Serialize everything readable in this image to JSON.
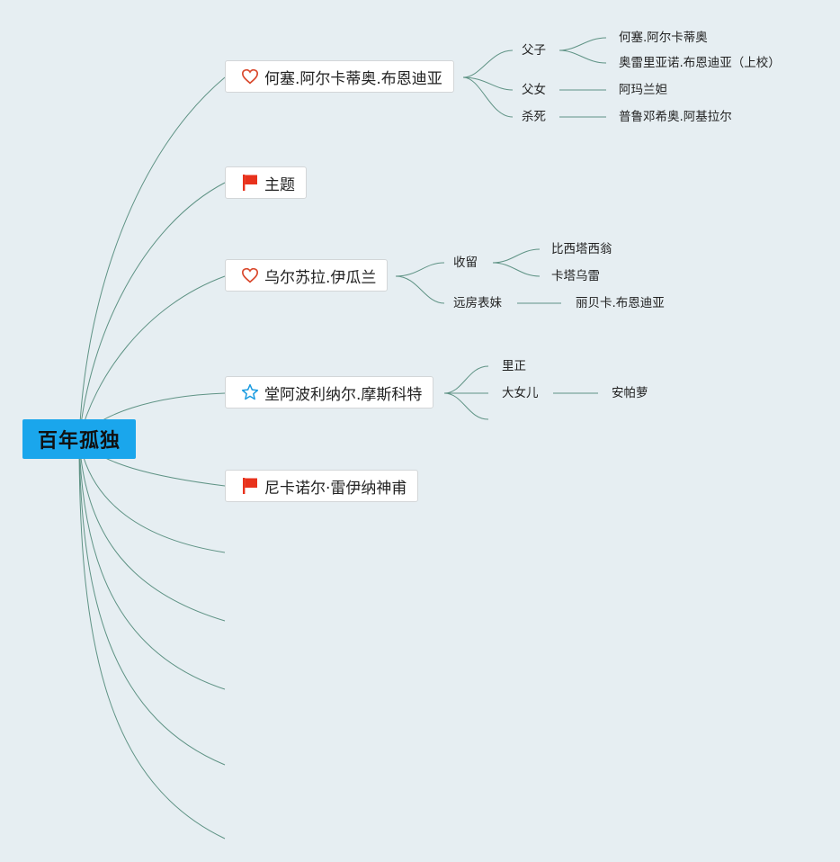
{
  "root": {
    "label": "百年孤独"
  },
  "topics": [
    {
      "label": "何塞.阿尔卡蒂奥.布恩迪亚",
      "icon": "heart-icon"
    },
    {
      "label": "主题",
      "icon": "red-flag-icon"
    },
    {
      "label": "乌尔苏拉.伊瓜兰",
      "icon": "heart-icon"
    },
    {
      "label": "堂阿波利纳尔.摩斯科特",
      "icon": "star-icon"
    },
    {
      "label": "尼卡诺尔·雷伊纳神甫",
      "icon": "red-flag-icon"
    }
  ],
  "relations": {
    "t1": [
      "父子",
      "父女",
      "杀死"
    ],
    "t3": [
      "收留",
      "远房表妹"
    ],
    "t4": [
      "里正",
      "大女儿"
    ]
  },
  "people": {
    "t1": [
      "何塞.阿尔卡蒂奥",
      "奥雷里亚诺.布恩迪亚（上校）",
      "阿玛兰妲",
      "普鲁邓希奥.阿基拉尔"
    ],
    "t3": [
      "比西塔西翁",
      "卡塔乌雷",
      "丽贝卡.布恩迪亚"
    ],
    "t4": [
      "安帕萝"
    ]
  },
  "colors": {
    "background": "#e6eef2",
    "root_fill": "#1aa6ec",
    "connector": "#5f9385",
    "heart": "#d9472b",
    "flag": "#e8321c",
    "star": "#1a9be0"
  }
}
